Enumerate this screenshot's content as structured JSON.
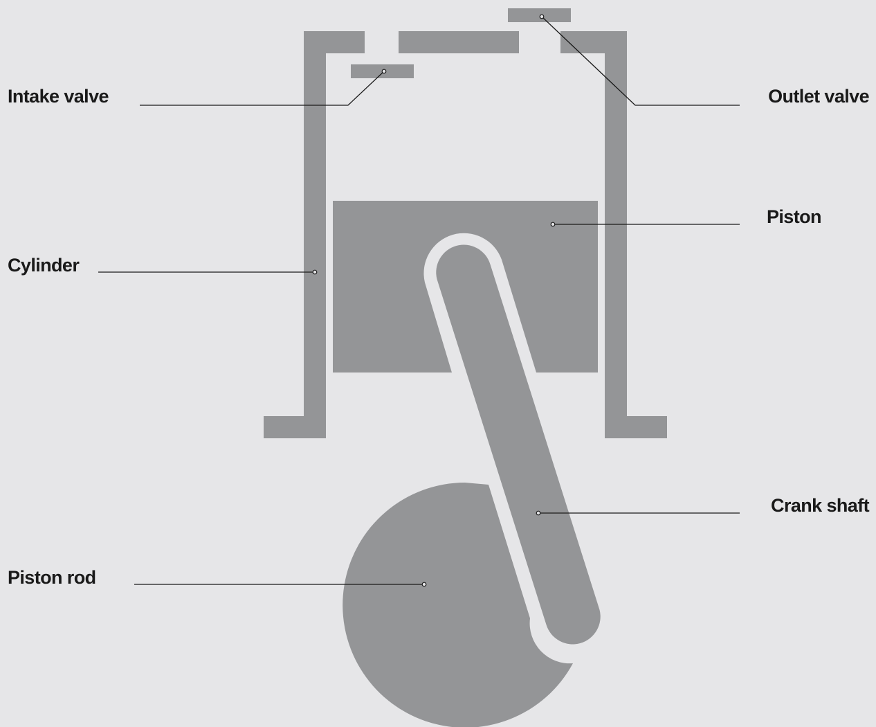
{
  "labels": {
    "intake_valve": "Intake valve",
    "outlet_valve": "Outlet valve",
    "piston": "Piston",
    "cylinder": "Cylinder",
    "crank_shaft": "Crank shaft",
    "piston_rod": "Piston rod"
  },
  "colors": {
    "background": "#e6e6e8",
    "parts": "#949597",
    "lines": "#1a1a1a"
  }
}
